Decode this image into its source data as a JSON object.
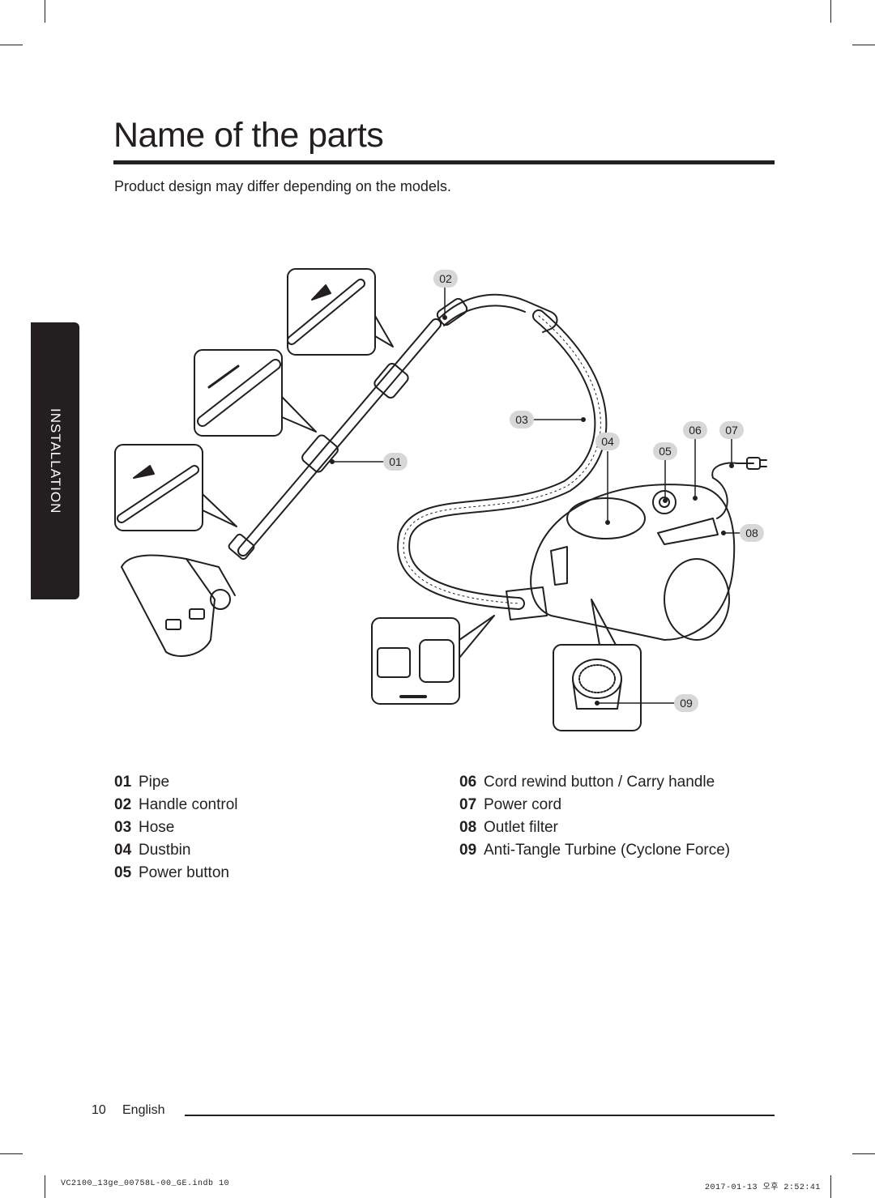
{
  "page": {
    "title": "Name of the parts",
    "subtitle": "Product design may differ depending on the models.",
    "side_tab": "INSTALLATION"
  },
  "callouts": [
    "01",
    "02",
    "03",
    "04",
    "05",
    "06",
    "07",
    "08",
    "09"
  ],
  "parts_left": [
    {
      "num": "01",
      "label": "Pipe"
    },
    {
      "num": "02",
      "label": "Handle control"
    },
    {
      "num": "03",
      "label": "Hose"
    },
    {
      "num": "04",
      "label": "Dustbin"
    },
    {
      "num": "05",
      "label": "Power button"
    }
  ],
  "parts_right": [
    {
      "num": "06",
      "label": "Cord rewind button / Carry handle"
    },
    {
      "num": "07",
      "label": "Power cord"
    },
    {
      "num": "08",
      "label": "Outlet filter"
    },
    {
      "num": "09",
      "label": "Anti-Tangle Turbine (Cyclone Force)"
    }
  ],
  "footer": {
    "page_number": "10",
    "language": "English",
    "slug_file": "VC2100_13ge_00758L-00_GE.indb   10",
    "slug_date": "2017-01-13   오후 2:52:41"
  }
}
